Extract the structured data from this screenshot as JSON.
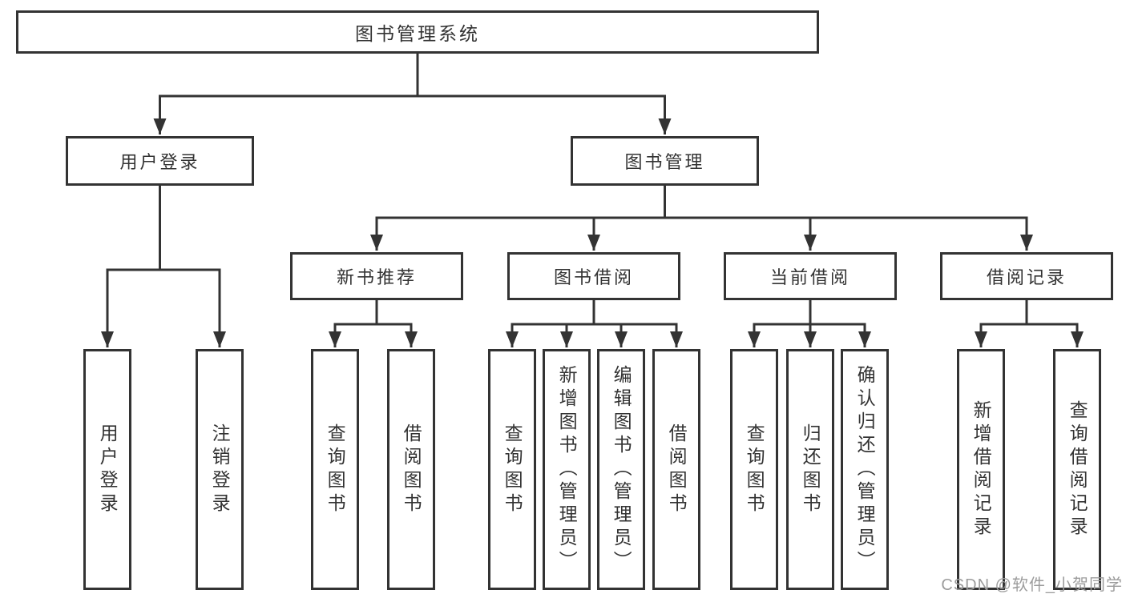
{
  "diagram": {
    "root": {
      "label": "图书管理系统"
    },
    "branches": [
      {
        "label": "用户登录",
        "leaves": [
          {
            "label": "用户登录"
          },
          {
            "label": "注销登录"
          }
        ]
      },
      {
        "label": "图书管理",
        "groups": [
          {
            "label": "新书推荐",
            "leaves": [
              {
                "label": "查询图书"
              },
              {
                "label": "借阅图书"
              }
            ]
          },
          {
            "label": "图书借阅",
            "leaves": [
              {
                "label": "查询图书"
              },
              {
                "label": "新增图书（管理员）"
              },
              {
                "label": "编辑图书（管理员）"
              },
              {
                "label": "借阅图书"
              }
            ]
          },
          {
            "label": "当前借阅",
            "leaves": [
              {
                "label": "查询图书"
              },
              {
                "label": "归还图书"
              },
              {
                "label": "确认归还（管理员）"
              }
            ]
          },
          {
            "label": "借阅记录",
            "leaves": [
              {
                "label": "新增借阅记录"
              },
              {
                "label": "查询借阅记录"
              }
            ]
          }
        ]
      }
    ]
  },
  "watermark": "CSDN @软件_小贺同学",
  "colors": {
    "line": "#333333",
    "text": "#333333",
    "watermark": "#9c9c9c",
    "background": "#ffffff"
  }
}
